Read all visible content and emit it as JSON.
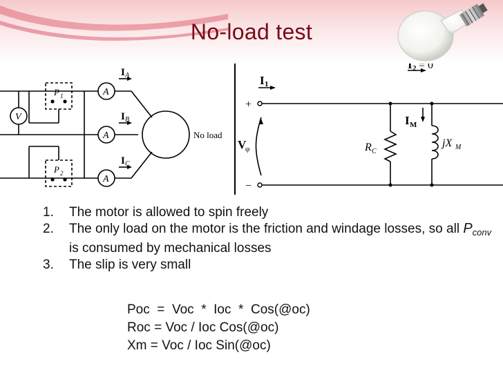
{
  "slide": {
    "title": "No-load test"
  },
  "diagram_left": {
    "labels": {
      "ia": "I",
      "ia_sub": "A",
      "ib": "I",
      "ib_sub": "B",
      "ic": "I",
      "ic_sub": "C",
      "p1": "P",
      "p1_sub": "1",
      "p2": "P",
      "p2_sub": "2",
      "voltmeter": "V",
      "ammeter": "A",
      "no_load": "No load"
    }
  },
  "diagram_right": {
    "labels": {
      "i1": "I",
      "i1_sub": "1",
      "i2": "I",
      "i2_sub": "2",
      "i2_eq": "= 0",
      "plus": "+",
      "minus": "−",
      "v_phi": "V",
      "v_phi_sub": "φ",
      "im": "I",
      "im_sub": "M",
      "rc": "R",
      "rc_sub": "C",
      "jxm": "jX",
      "jxm_sub": "M"
    }
  },
  "points": [
    {
      "num": "1.",
      "text": "The motor is allowed to spin freely"
    },
    {
      "num": "2.",
      "text_a": "The only load on the motor is the friction and windage losses, so all ",
      "sym": "P",
      "sym_sub": "conv",
      "text_b": " is consumed by mechanical losses"
    },
    {
      "num": "3.",
      "text": "The slip is very small"
    }
  ],
  "formulas": [
    "Poc  =  Voc  *  Ioc  *  Cos(@oc)",
    "Roc = Voc / Ioc Cos(@oc)",
    "Xm = Voc / Ioc Sin(@oc)"
  ],
  "colors": {
    "title": "#7a0a17",
    "band": "#f6c9cb",
    "swoosh": "#c8102e"
  }
}
